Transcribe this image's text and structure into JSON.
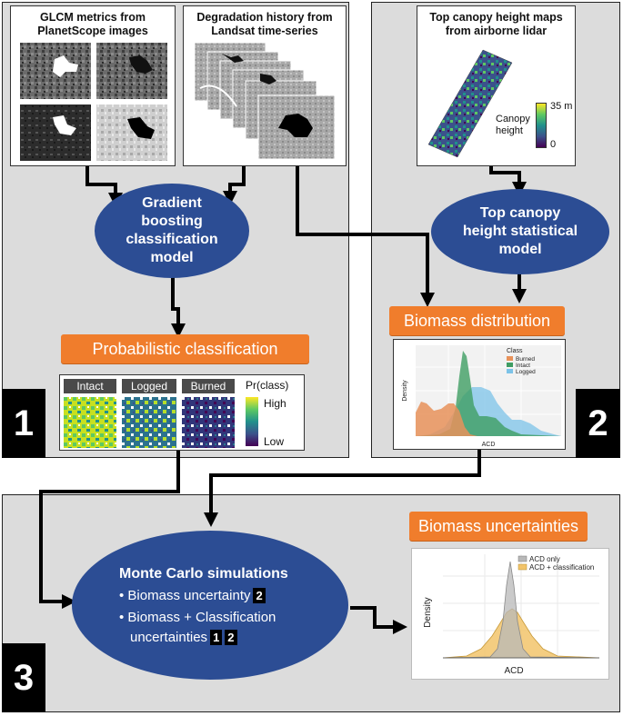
{
  "panels": {
    "one": {
      "number": "1"
    },
    "two": {
      "number": "2"
    },
    "three": {
      "number": "3"
    }
  },
  "inputs": {
    "glcm_title": "GLCM metrics from PlanetScope images",
    "landsat_title": "Degradation history from Landsat time-series",
    "lidar_title": "Top canopy height maps from airborne lidar",
    "canopy_legend": {
      "label": "Canopy height",
      "max": "35 m",
      "min": "0"
    }
  },
  "models": {
    "classification": "Gradient boosting classification model",
    "statistical": "Top canopy height statistical model"
  },
  "outputs": {
    "probabilistic": {
      "title": "Probabilistic classification",
      "classes": [
        "Intact",
        "Logged",
        "Burned"
      ],
      "legend_title": "Pr(class)",
      "legend_high": "High",
      "legend_low": "Low"
    },
    "biomass_distribution": {
      "title": "Biomass distribution",
      "legend_title": "Class",
      "classes": [
        "Burned",
        "Intact",
        "Logged"
      ],
      "xlabel": "ACD",
      "ylabel": "Density"
    },
    "uncertainties": {
      "title": "Biomass uncertainties",
      "series": [
        "ACD only",
        "ACD + classification"
      ],
      "xlabel": "ACD",
      "ylabel": "Density"
    }
  },
  "monte_carlo": {
    "title": "Monte Carlo simulations",
    "item1": "Biomass uncertainty",
    "item1_badge": "2",
    "item2_line1": "Biomass + Classification",
    "item2_line2": "uncertainties",
    "item2_badges": [
      "1",
      "2"
    ]
  },
  "colors": {
    "panel_bg": "#dcdcdc",
    "ellipse": "#2c4d94",
    "orange": "#f07d2c",
    "burned": "#e8925a",
    "intact": "#3f9d63",
    "logged": "#7cc3e8",
    "acd_only": "#b8b8b8",
    "acd_class": "#f2c46b"
  }
}
